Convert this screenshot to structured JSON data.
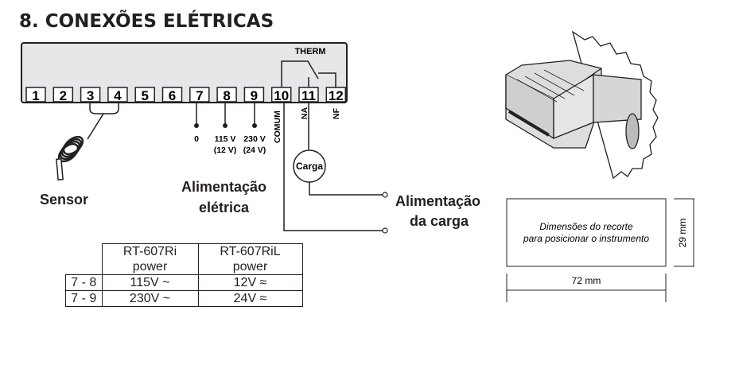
{
  "title": "8. CONEXÕES ELÉTRICAS",
  "terminals": [
    "1",
    "2",
    "3",
    "4",
    "5",
    "6",
    "7",
    "8",
    "9",
    "10",
    "11",
    "12"
  ],
  "therm": "THERM",
  "voltages": {
    "t7": "0",
    "t8a": "115 V",
    "t8b": "(12 V)",
    "t9a": "230 V",
    "t9b": "(24 V)"
  },
  "relay": {
    "comum": "COMUM",
    "na": "NA",
    "nf": "NF",
    "load": "Carga"
  },
  "sensor": "Sensor",
  "supply": {
    "line1": "Alimentação",
    "line2": "elétrica"
  },
  "load_supply": {
    "line1": "Alimentação",
    "line2": "da carga"
  },
  "table": {
    "headers": [
      "",
      "RT-607Ri power",
      "RT-607RiL power"
    ],
    "rows": [
      [
        "7 - 8",
        "115V ~",
        "12V ≈"
      ],
      [
        "7 - 9",
        "230V ~",
        "24V ≈"
      ]
    ]
  },
  "cutout": {
    "line1": "Dimensões do recorte",
    "line2": "para posicionar o instrumento",
    "height": "29 mm",
    "width": "72 mm"
  }
}
